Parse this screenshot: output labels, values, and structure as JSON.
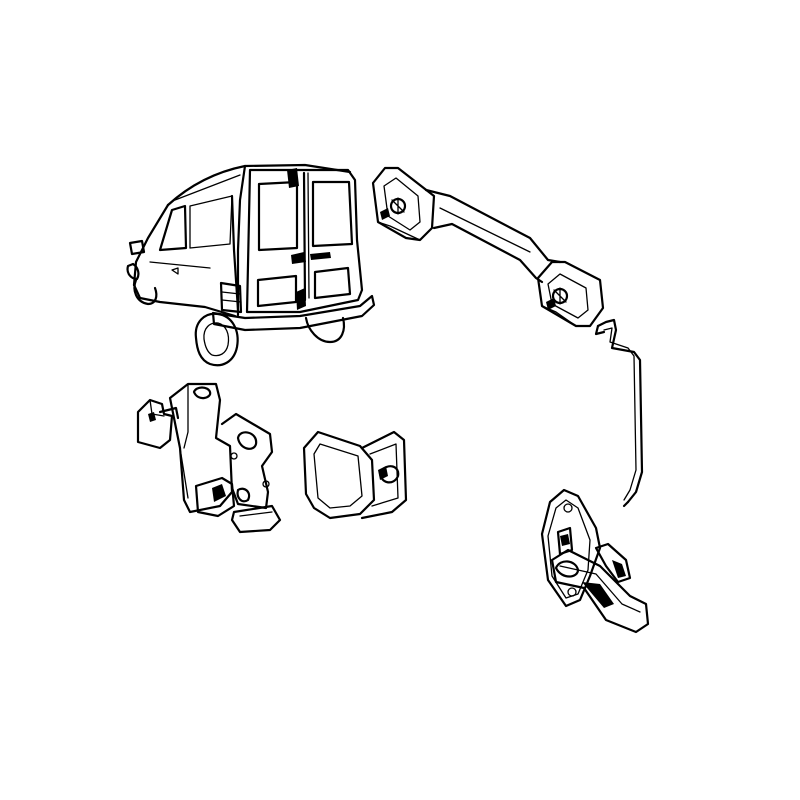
{
  "illustration": {
    "style": "black line-art exploded parts diagram",
    "colors": {
      "line": "#000000",
      "background": "#ffffff"
    },
    "parts": [
      {
        "name": "van-rear-view",
        "kind": "vehicle"
      },
      {
        "name": "rear-door-grab-handle",
        "kind": "handle"
      },
      {
        "name": "door-rod",
        "kind": "rod"
      },
      {
        "name": "door-lock-mechanism",
        "kind": "lock"
      },
      {
        "name": "striker-bracket",
        "kind": "striker"
      },
      {
        "name": "door-latch-with-lever",
        "kind": "latch"
      }
    ]
  }
}
